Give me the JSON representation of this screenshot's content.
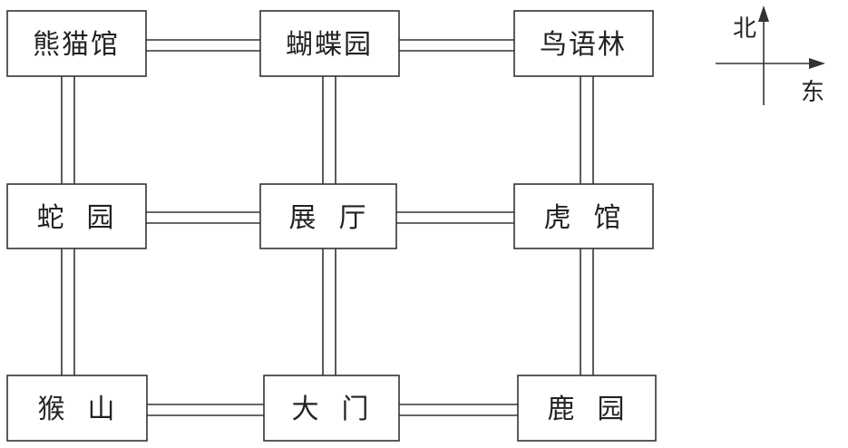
{
  "zoo_map": {
    "nodes": {
      "panda_hall": "熊猫馆",
      "butterfly_garden": "蝴蝶园",
      "bird_forest": "鸟语林",
      "snake_garden": "蛇  园",
      "exhibition_hall": "展  厅",
      "tiger_hall": "虎  馆",
      "monkey_hill": "猴  山",
      "main_gate": "大  门",
      "deer_garden": "鹿  园"
    },
    "compass": {
      "north": "北",
      "east": "东"
    }
  },
  "colors": {
    "line": "#333333",
    "text": "#222222",
    "background": "#ffffff"
  }
}
